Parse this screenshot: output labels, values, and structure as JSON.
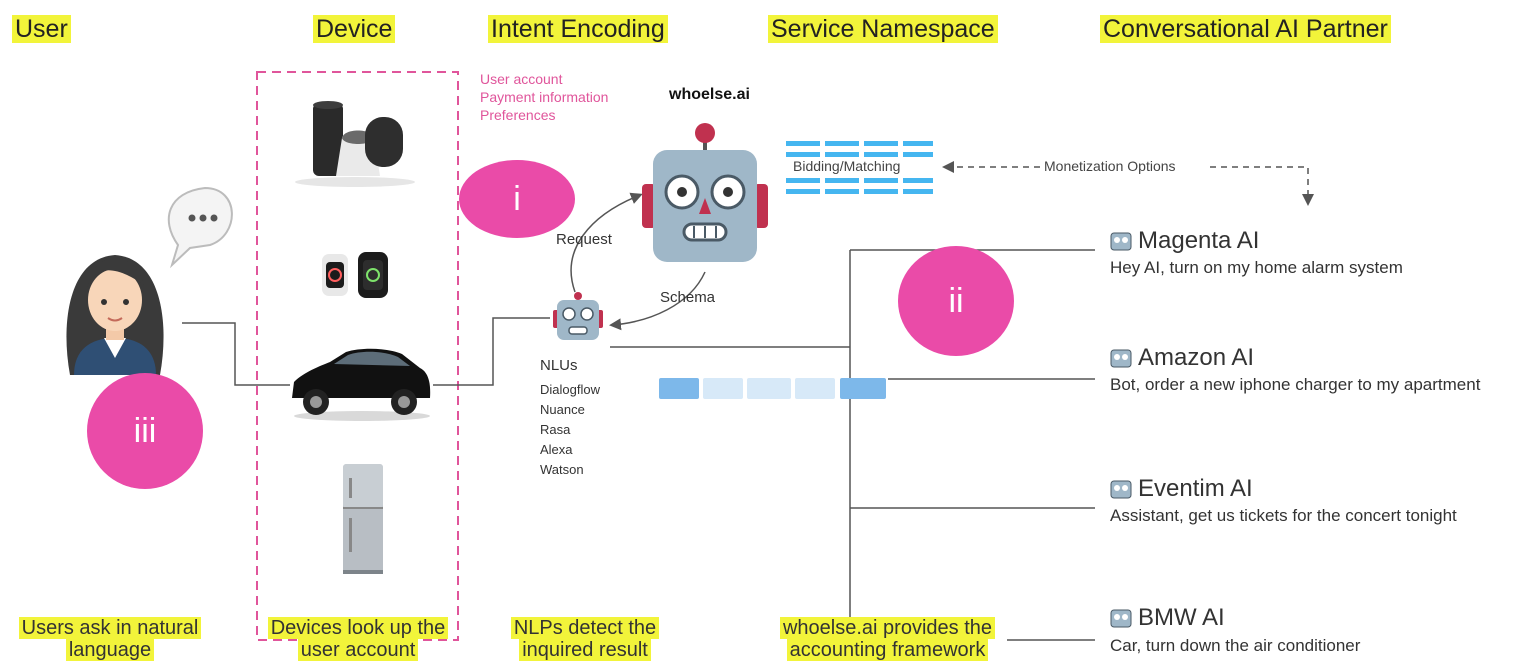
{
  "columns": {
    "user": "User",
    "device": "Device",
    "intent": "Intent Encoding",
    "namespace": "Service Namespace",
    "partner": "Conversational AI Partner"
  },
  "captions": {
    "user": "Users ask in natural language",
    "device": "Devices look up the user account",
    "intent": "NLPs detect the inquired result",
    "namespace": "whoelse.ai provides the accounting framework"
  },
  "account_info": [
    "User account",
    "Payment information",
    "Preferences"
  ],
  "brand": "whoelse.ai",
  "badges": {
    "i": "i",
    "ii": "ii",
    "iii": "iii"
  },
  "labels": {
    "request": "Request",
    "schema": "Schema",
    "bidding": "Bidding/Matching",
    "monetization": "Monetization Options"
  },
  "nlus": {
    "title": "NLUs",
    "items": [
      "Dialogflow",
      "Nuance",
      "Rasa",
      "Alexa",
      "Watson"
    ]
  },
  "speech_bubble": "•••",
  "partners": [
    {
      "name": "Magenta AI",
      "utterance": "Hey AI, turn on my home alarm system"
    },
    {
      "name": "Amazon AI",
      "utterance": "Bot, order a new iphone charger to my apartment"
    },
    {
      "name": "Eventim AI",
      "utterance": "Assistant, get us tickets for the concert tonight"
    },
    {
      "name": "BMW AI",
      "utterance": "Car, turn down the air conditioner"
    }
  ],
  "icons": {
    "user": "woman-avatar-icon",
    "speech": "speech-bubble-icon",
    "speakers": "smart-speakers-icon",
    "watches": "smartwatch-icon",
    "car": "car-icon",
    "fridge": "fridge-icon",
    "robot": "robot-icon"
  },
  "colors": {
    "highlight": "#f2f43a",
    "badge": "#ea4ba8",
    "dashed_box": "#e0559b",
    "bidding": "#45b6f0",
    "bar_strong": "#7db8ea",
    "bar_light": "#d7e9f8"
  }
}
